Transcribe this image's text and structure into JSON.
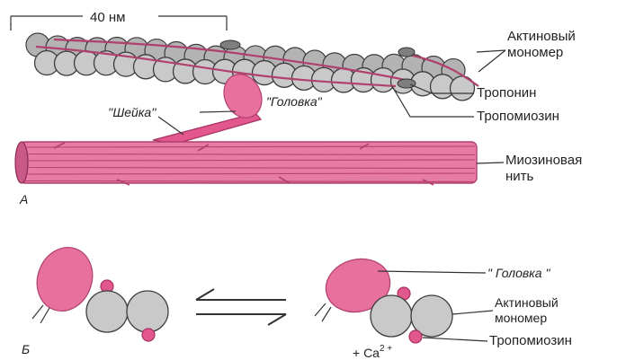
{
  "scale": {
    "label": "40 нм"
  },
  "panel_a": {
    "letter": "А",
    "labels": {
      "actin_monomer_1": "Актиновый",
      "actin_monomer_2": "мономер",
      "troponin": "Тропонин",
      "tropomyosin": "Тропомиозин",
      "neck": "''Шейка''",
      "head": "\"Головка\"",
      "myosin_1": "Миозиновая",
      "myosin_2": "нить"
    }
  },
  "panel_b": {
    "letter": "Б",
    "labels": {
      "head": "\" Головка \"",
      "actin_monomer_1": "Актиновый",
      "actin_monomer_2": "мономер",
      "tropomyosin": "Тропомиозин",
      "calcium": "+ Ca",
      "calcium_sup": "2 +"
    }
  },
  "colors": {
    "actin": "#c9c9c9",
    "myosin": "#e8709c",
    "tropomyosin": "#b0406e",
    "troponin": "#7e7e7e"
  }
}
